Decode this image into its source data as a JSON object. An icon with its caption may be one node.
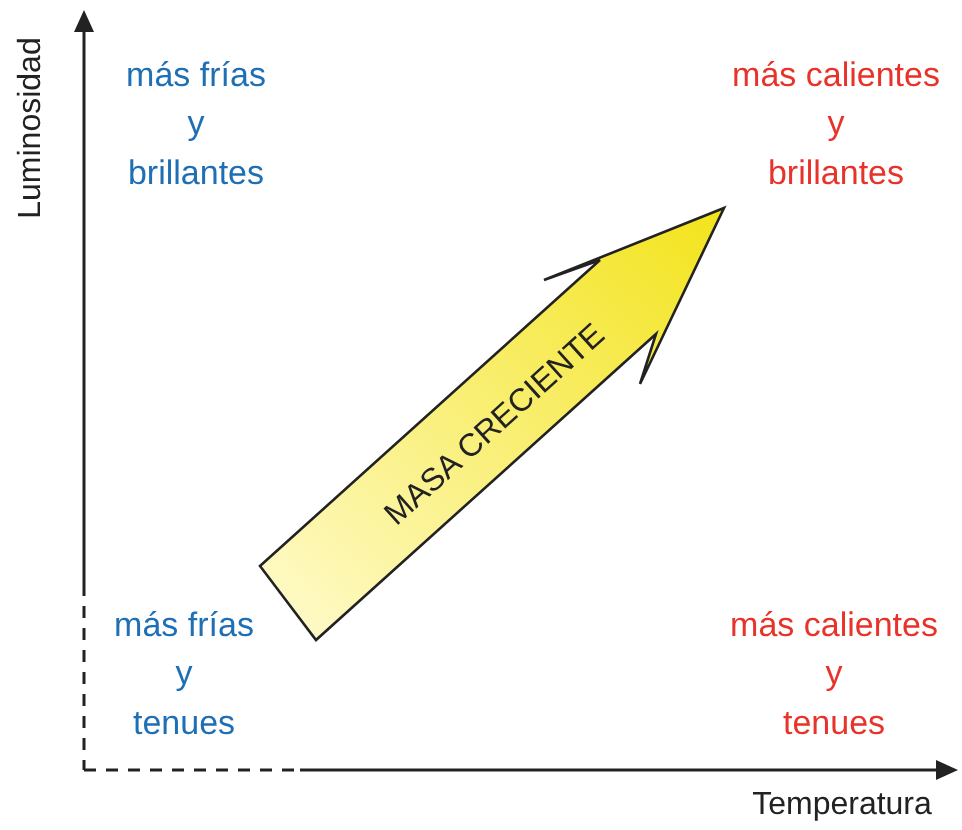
{
  "diagram": {
    "nodes": [
      {
        "text": [
          "MASA CRECIENTE"
        ]
      }
    ],
    "labels": [
      "Luminosidad",
      "más frías",
      "y",
      "brillantes",
      "más calientes",
      "y",
      "brillantes",
      "más frías",
      "y",
      "tenues",
      "más calientes",
      "y",
      "tenues",
      "Temperatura"
    ]
  }
}
